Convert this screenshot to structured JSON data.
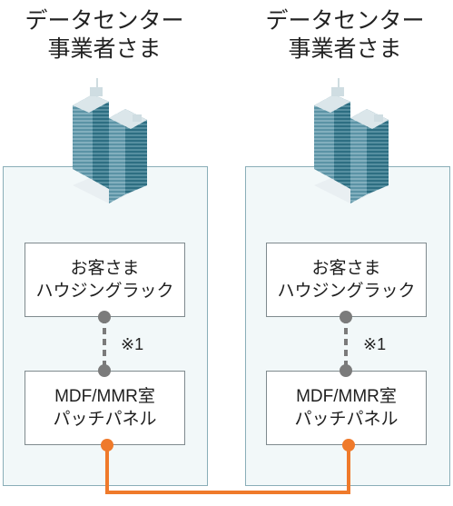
{
  "sites": [
    {
      "title_line1": "データセンター",
      "title_line2": "事業者さま",
      "rack_line1": "お客さま",
      "rack_line2": "ハウジングラック",
      "note": "※1",
      "mdf_line1": "MDF/MMR室",
      "mdf_line2": "パッチパネル"
    },
    {
      "title_line1": "データセンター",
      "title_line2": "事業者さま",
      "rack_line1": "お客さま",
      "rack_line2": "ハウジングラック",
      "note": "※1",
      "mdf_line1": "MDF/MMR室",
      "mdf_line2": "パッチパネル"
    }
  ],
  "colors": {
    "panel_bg": "#f2f8f9",
    "panel_border": "#8aaeb8",
    "connector_gray": "#7b7b7b",
    "connector_orange": "#ef7a2b",
    "building_dark": "#2d6e82",
    "building_light": "#dbe6ea"
  },
  "icons": [
    "building-icon",
    "building-icon"
  ]
}
